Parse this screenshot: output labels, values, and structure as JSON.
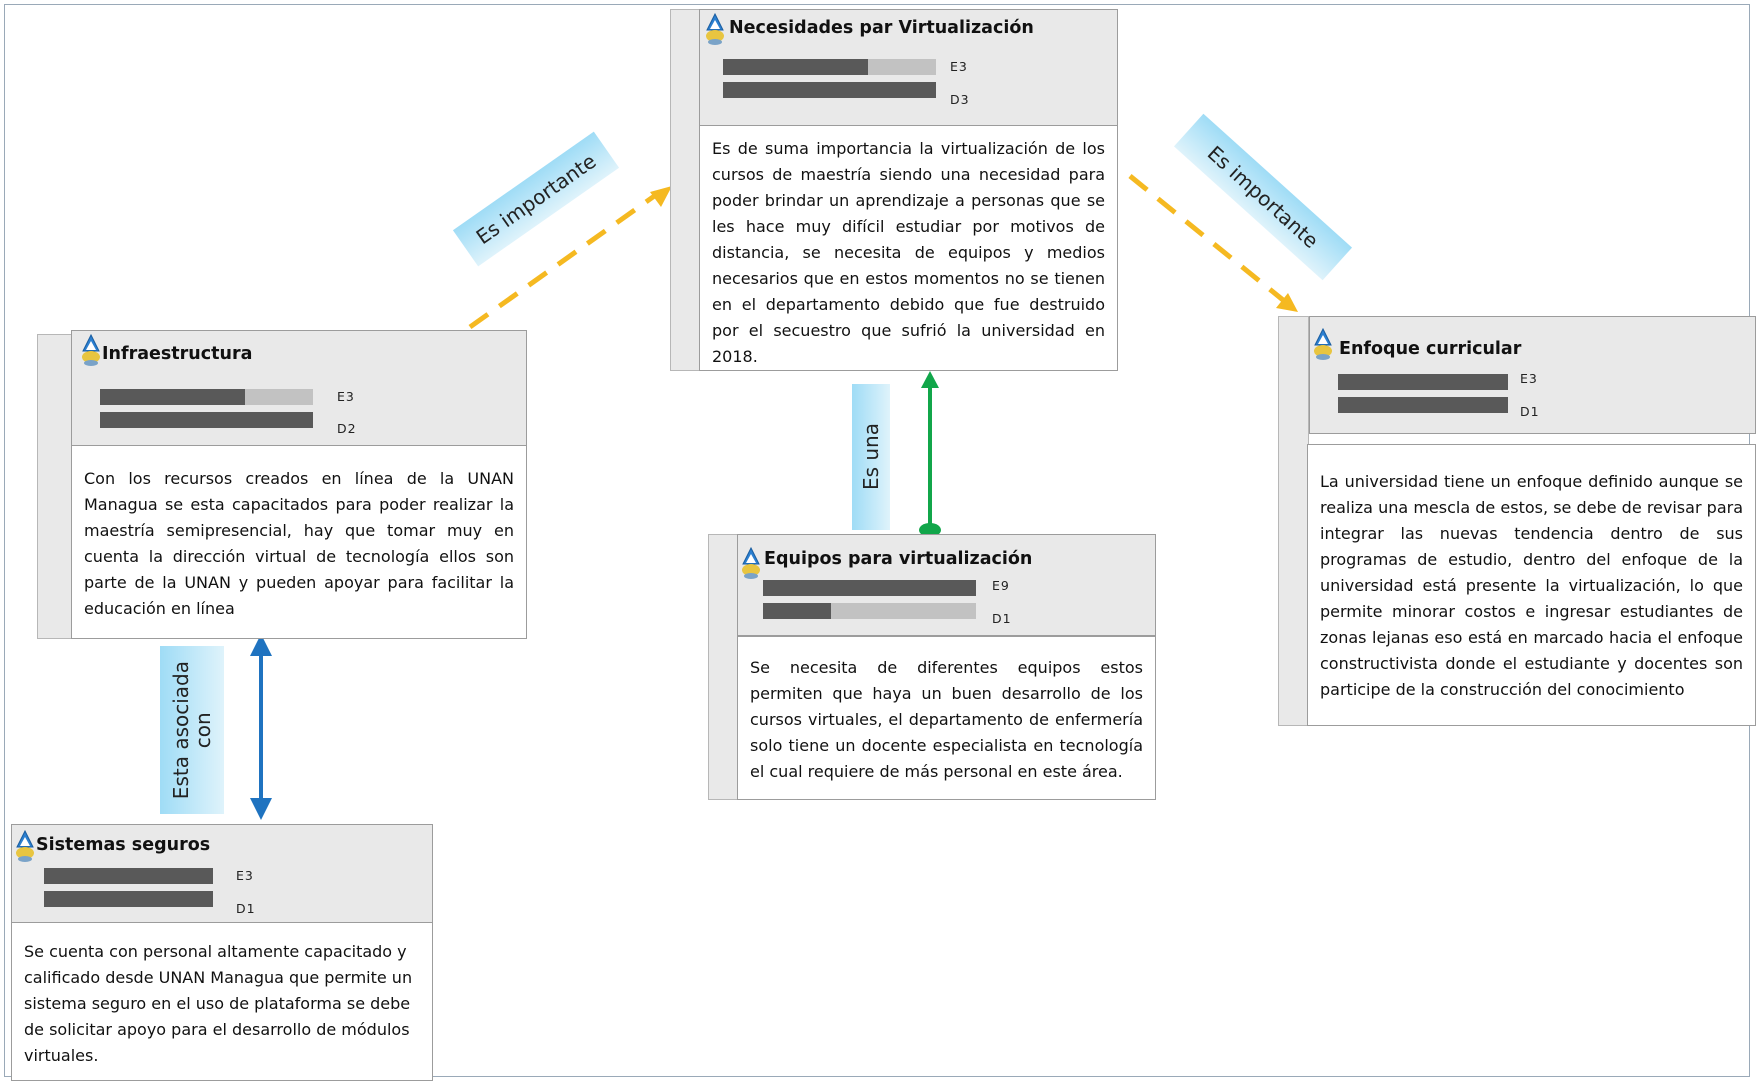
{
  "nodes": {
    "virtualizacion": {
      "title": "Necesidades par Virtualización",
      "bar1_label": "E3",
      "bar2_label": "D3",
      "bar1_level": 0.68,
      "bar2_level": 1.0,
      "text": "Es de suma importancia la virtualización de los cursos de maestría siendo una necesidad para poder brindar un aprendizaje a personas que se les hace muy difícil estudiar por motivos de distancia, se necesita de equipos y medios necesarios que en estos momentos no se tienen en el departamento debido que fue destruido por el secuestro que sufrió la universidad en 2018."
    },
    "infraestructura": {
      "title": "Infraestructura",
      "bar1_label": "E3",
      "bar2_label": "D2",
      "bar1_level": 0.68,
      "bar2_level": 1.0,
      "text": "Con los recursos creados en línea de la UNAN Managua se esta capacitados para poder realizar la maestría semipresencial, hay que tomar muy en cuenta la dirección virtual de tecnología ellos son parte de la UNAN y pueden apoyar para facilitar la educación en línea"
    },
    "enfoque": {
      "title": "Enfoque curricular",
      "bar1_label": "E3",
      "bar2_label": "D1",
      "bar1_level": 1.0,
      "bar2_level": 1.0,
      "text": "La universidad tiene un enfoque definido aunque se realiza una mescla de estos, se debe de revisar para integrar las nuevas tendencia dentro de sus programas de estudio, dentro del enfoque de la universidad está presente la virtualización, lo que permite minorar costos e ingresar estudiantes de zonas lejanas eso está en marcado hacia el enfoque constructivista donde el estudiante y docentes son participe de la construcción del conocimiento"
    },
    "equipos": {
      "title": "Equipos para virtualización",
      "bar1_label": "E9",
      "bar2_label": "D1",
      "bar1_level": 1.0,
      "bar2_level": 0.32,
      "text": "Se necesita de diferentes equipos  estos permiten que haya un buen desarrollo de los cursos virtuales, el departamento de enfermería solo tiene un docente especialista en tecnología el cual requiere de más personal en este área."
    },
    "sistemas": {
      "title": "Sistemas seguros",
      "bar1_label": "E3",
      "bar2_label": "D1",
      "bar1_level": 1.0,
      "bar2_level": 1.0,
      "text": "Se cuenta con personal altamente capacitado y calificado desde UNAN Managua que permite un sistema seguro en el uso de plataforma se debe de solicitar apoyo para el desarrollo de módulos virtuales."
    }
  },
  "relations": {
    "left_important": "Es importante",
    "right_important": "Es importante",
    "es_una": "Es una",
    "asociada_line1": "Esta asociada",
    "asociada_line2": "con"
  },
  "colors": {
    "dashed_arrow": "#f5b921",
    "green_arrow": "#11a64a",
    "blue_arrow": "#1f73c0",
    "bar_dark": "#595959",
    "bar_light": "#c2c2c2",
    "label_bg": "#a8def6"
  }
}
